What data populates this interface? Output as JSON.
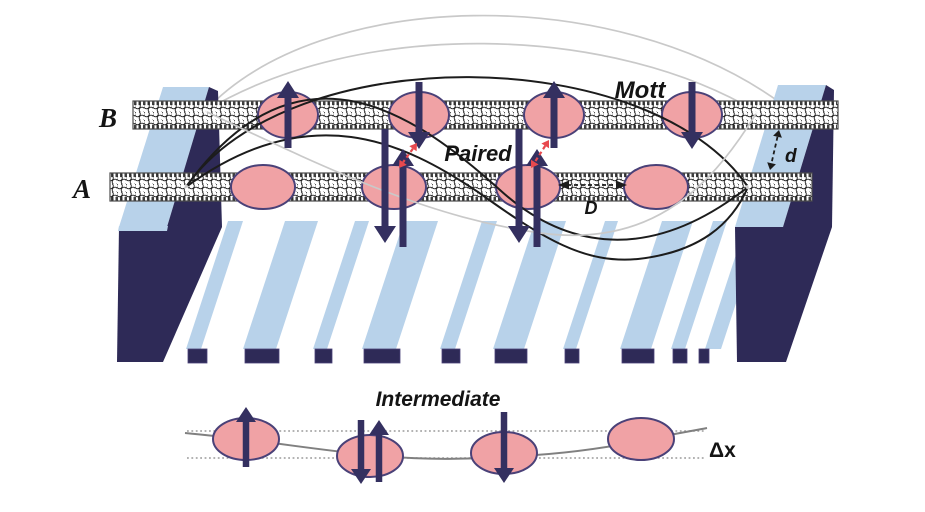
{
  "labels": {
    "tube_b": "B",
    "tube_a": "A",
    "mott": "Mott",
    "paired": "Paired",
    "intermediate": "Intermediate",
    "interlayer_distance": "d",
    "pair_distance": "D",
    "displacement": "Δx"
  },
  "tube_b": {
    "spins": [
      "up",
      "down",
      "up",
      "down"
    ]
  },
  "tube_a": {
    "spins": [
      "none",
      "pair",
      "pair",
      "none"
    ]
  },
  "intermediate_chain": {
    "spins": [
      "up",
      "pair",
      "down",
      "none"
    ]
  },
  "colors": {
    "navy": "#2e2a57",
    "light_blue": "#b8d2ea",
    "electron_fill": "#f0a2a5",
    "electron_stroke": "#4a4178",
    "spin_arrow": "#343060",
    "red_dashed": "#e8494e",
    "curve_black": "#1c1c1c",
    "curve_gray": "#c9c9c9",
    "tube_edge": "#2b2b2b",
    "chain_line": "#808080",
    "dotted_guide": "#9a9a9a"
  }
}
